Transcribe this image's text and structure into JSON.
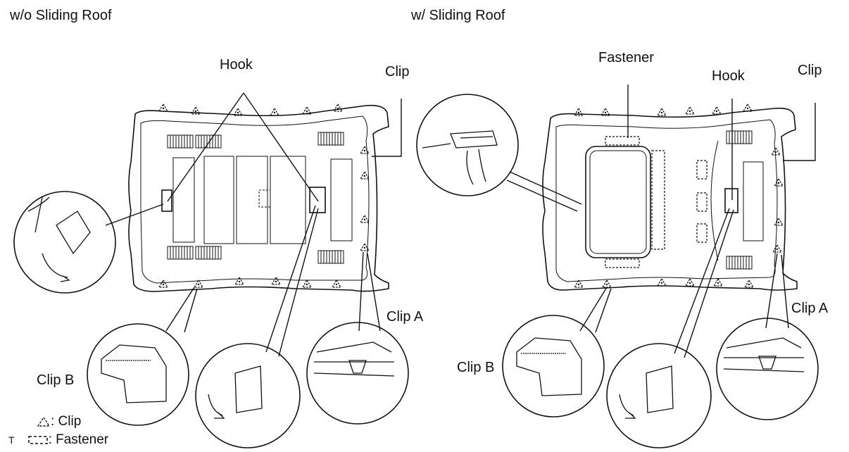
{
  "headings": {
    "left": "w/o Sliding Roof",
    "right": "w/ Sliding Roof"
  },
  "left_panel": {
    "hook": "Hook",
    "clip": "Clip",
    "clip_a": "Clip A",
    "clip_b": "Clip B"
  },
  "right_panel": {
    "fastener": "Fastener",
    "hook": "Hook",
    "clip": "Clip",
    "clip_a": "Clip A",
    "clip_b": "Clip B"
  },
  "legend": {
    "clip": ": Clip",
    "fastener": ": Fastener",
    "corner_mark": "T"
  }
}
